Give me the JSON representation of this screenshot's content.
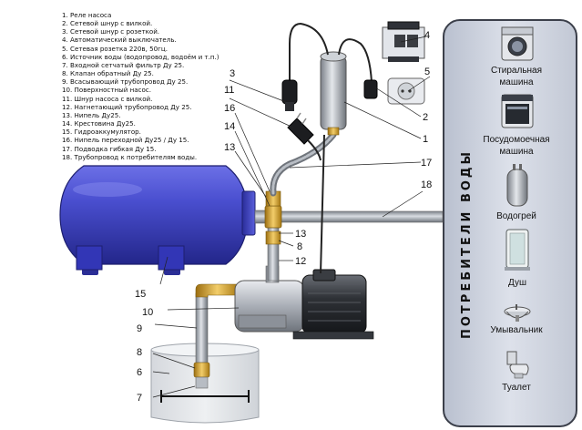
{
  "legend": [
    "1. Реле насоса",
    "2. Сетевой шнур с вилкой.",
    "3. Сетевой шнур с розеткой.",
    "4. Автоматический выключатель.",
    "5. Сетевая розетка 220в, 50гц.",
    "6. Источник воды (водопровод, водоём и т.п.)",
    "7. Входной сетчатый фильтр Ду 25.",
    "8. Клапан обратный Ду 25.",
    "9. Всасывающий трубопровод Ду 25.",
    "10. Поверхностный насос.",
    "11. Шнур насоса с вилкой.",
    "12. Нагнетающий трубопровод Ду 25.",
    "13. Нипель Ду25.",
    "14. Крестовина Ду25.",
    "15. Гидроаккумулятор.",
    "16. Нипель переходной Ду25 / Ду 15.",
    "17. Подводка гибкая Ду 15.",
    "18. Трубопровод к потребителям воды."
  ],
  "callouts": {
    "c1": "1",
    "c2": "2",
    "c3": "3",
    "c4": "4",
    "c5": "5",
    "c6": "6",
    "c7": "7",
    "c8a": "8",
    "c8b": "8",
    "c9": "9",
    "c10": "10",
    "c11": "11",
    "c12": "12",
    "c13a": "13",
    "c13b": "13",
    "c14": "14",
    "c15": "15",
    "c16": "16",
    "c17": "17",
    "c18": "18"
  },
  "consumers": {
    "title": "ПОТРЕБИТЕЛИ ВОДЫ",
    "washer": [
      "Стиральная",
      "машина"
    ],
    "dishwasher": [
      "Посудомоечная",
      "машина"
    ],
    "heater": "Водогрей",
    "shower": "Душ",
    "sink": "Умывальник",
    "toilet": "Туалет"
  },
  "colors": {
    "tank": "#3f43c4",
    "panel": "#cfd4e0",
    "pipe": "#9aa0a8",
    "brass": "#d8a632",
    "pump": "#8e949c"
  }
}
